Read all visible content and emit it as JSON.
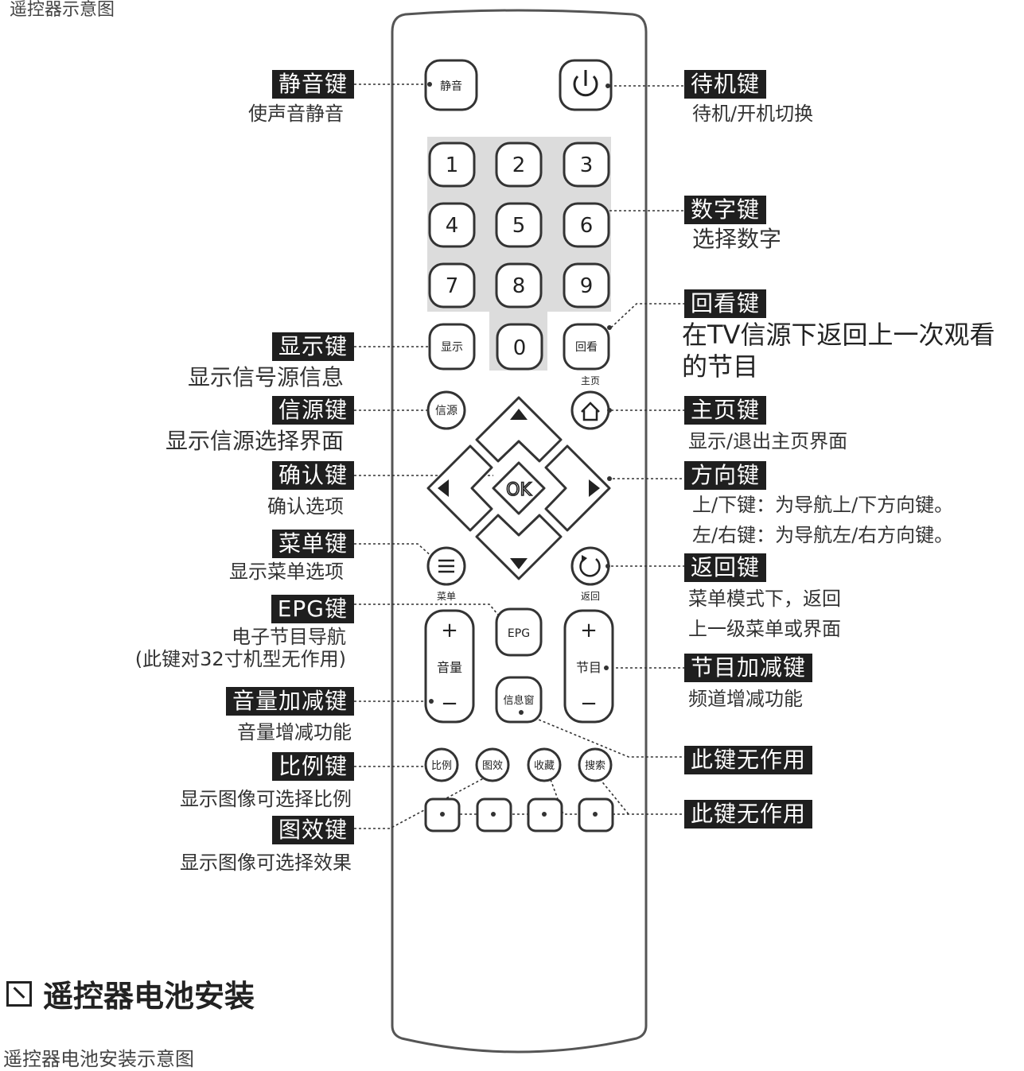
{
  "header": {
    "top_caption": "遥控器示意图",
    "section_title": "遥控器电池安装",
    "bottom_caption": "遥控器电池安装示意图"
  },
  "buttons": {
    "mute": "静音",
    "digits": [
      "1",
      "2",
      "3",
      "4",
      "5",
      "6",
      "7",
      "8",
      "9"
    ],
    "zero": "0",
    "display": "显示",
    "recall": "回看",
    "home_small": "主页",
    "source": "信源",
    "ok": "OK",
    "menu_small": "菜单",
    "back_small": "返回",
    "epg": "EPG",
    "plus": "+",
    "minus": "−",
    "volume": "音量",
    "program": "节目",
    "info": "信息窗",
    "ratio": "比例",
    "effect": "图效",
    "favorite": "收藏",
    "search": "搜索"
  },
  "labels": {
    "mute": {
      "tag": "静音键",
      "desc": "使声音静音"
    },
    "power": {
      "tag": "待机键",
      "desc": "待机/开机切换"
    },
    "number": {
      "tag": "数字键",
      "desc": "选择数字"
    },
    "recall": {
      "tag": "回看键",
      "desc1": "在TV信源下返回上一次观看",
      "desc2": "的节目"
    },
    "display": {
      "tag": "显示键",
      "desc": "显示信号源信息"
    },
    "source": {
      "tag": "信源键",
      "desc": "显示信源选择界面"
    },
    "home": {
      "tag": "主页键",
      "desc": "显示/退出主页界面"
    },
    "ok": {
      "tag": "确认键",
      "desc": "确认选项"
    },
    "direction": {
      "tag": "方向键",
      "desc1": "上/下键：为导航上/下方向键。",
      "desc2": "左/右键：为导航左/右方向键。"
    },
    "menu": {
      "tag": "菜单键",
      "desc": "显示菜单选项"
    },
    "back": {
      "tag": "返回键",
      "desc1": "菜单模式下，返回",
      "desc2": "上一级菜单或界面"
    },
    "epg": {
      "tag": "EPG键",
      "desc1": "电子节目导航",
      "desc2": "(此键对32寸机型无作用)"
    },
    "program": {
      "tag": "节目加减键",
      "desc": "频道增减功能"
    },
    "volume": {
      "tag": "音量加减键",
      "desc": "音量增减功能"
    },
    "noop1": {
      "tag": "此键无作用"
    },
    "ratio": {
      "tag": "比例键",
      "desc": "显示图像可选择比例"
    },
    "noop2": {
      "tag": "此键无作用"
    },
    "effect": {
      "tag": "图效键",
      "desc": "显示图像可选择效果"
    }
  }
}
